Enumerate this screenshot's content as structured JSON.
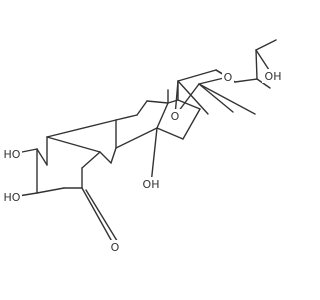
{
  "molecule": {
    "atom_labels": {
      "oh_c2": "HO",
      "oh_c3": "HO",
      "o_ketone": "O",
      "oh_c14": "OH",
      "o_ring_1": "O",
      "o_ring_2": "O",
      "oh_side": "OH"
    },
    "colors": {
      "bond": "#333333",
      "label": "#333333",
      "background": "#ffffff"
    }
  }
}
